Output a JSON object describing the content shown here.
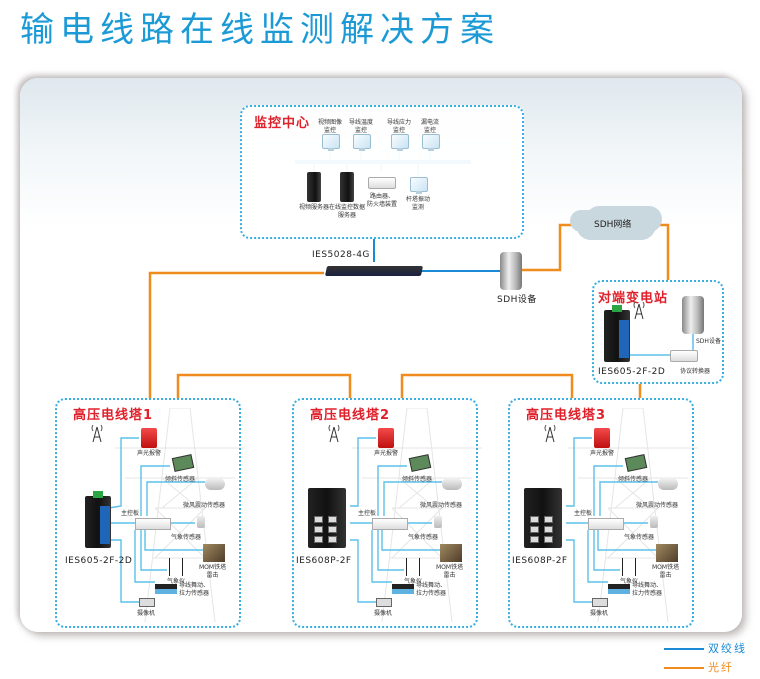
{
  "title": "输电线路在线监测解决方案",
  "colors": {
    "title": "#1b9ad6",
    "twisted_pair": "#1a8ad4",
    "fiber": "#f08c1e",
    "section_title": "#e0202a",
    "dotted_border": "#3aaee0"
  },
  "monitoring_center": {
    "title": "监控中心",
    "terminals": [
      {
        "label_l1": "视频图像",
        "label_l2": "监控",
        "icon": "monitor-icon"
      },
      {
        "label_l1": "导线温度",
        "label_l2": "监控",
        "icon": "monitor-icon"
      },
      {
        "label_l1": "导线应力",
        "label_l2": "监控",
        "icon": "monitor-icon"
      },
      {
        "label_l1": "漏电流",
        "label_l2": "监控",
        "icon": "monitor-icon"
      }
    ],
    "devices": [
      {
        "label_l1": "视频服务器",
        "label_l2": "",
        "icon": "server-icon"
      },
      {
        "label_l1": "在线监控数据",
        "label_l2": "服务器",
        "icon": "server-icon"
      },
      {
        "label_l1": "路由器、",
        "label_l2": "防火墙装置",
        "icon": "router-icon"
      },
      {
        "label_l1": "杆塔振动",
        "label_l2": "监测",
        "icon": "monitor-icon"
      }
    ]
  },
  "core_switch": {
    "model": "IES5028-4G"
  },
  "sdh_device": {
    "label": "SDH设备"
  },
  "sdh_network": {
    "label": "SDH网络"
  },
  "substation": {
    "title": "对端变电站",
    "switch_model": "IES605-2F-2D",
    "sdh_label": "SDH设备",
    "converter_label": "协议转换器"
  },
  "towers": [
    {
      "title": "高压电线塔1",
      "switch_model": "IES605-2F-2D"
    },
    {
      "title": "高压电线塔2",
      "switch_model": "IES608P-2F"
    },
    {
      "title": "高压电线塔3",
      "switch_model": "IES608P-2F"
    }
  ],
  "tower_sensors": {
    "main_board": "主控板",
    "alarm": "声光报警",
    "tilt": "倾斜传感器",
    "breeze_vibration": "微风震动传感器",
    "weather_sensor": "气象传感器",
    "lightning_l1": "MOM铁塔",
    "lightning_l2": "雷击",
    "weather_station": "气象仪",
    "gallop_l1": "导线舞动、",
    "gallop_l2": "拉力传感器",
    "camera": "摄像机"
  },
  "legend": [
    {
      "label": "双绞线",
      "color": "#1a8ad4"
    },
    {
      "label": "光纤",
      "color": "#f08c1e"
    }
  ]
}
